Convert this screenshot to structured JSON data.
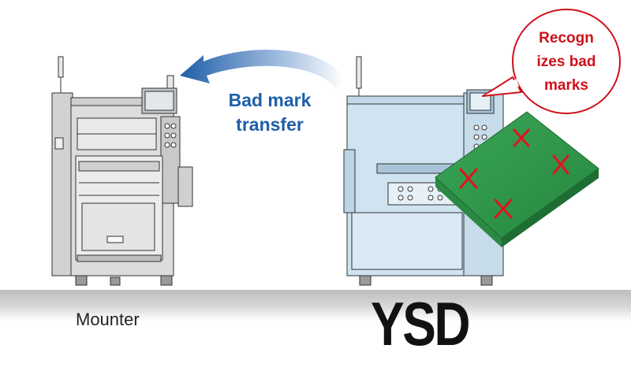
{
  "labels": {
    "mounter": "Mounter",
    "ysd": "YSD",
    "transfer_line1": "Bad mark",
    "transfer_line2": "transfer",
    "bubble_line1": "Recogn",
    "bubble_line2": "izes bad",
    "bubble_line3": "marks"
  },
  "colors": {
    "mounter_body": "#d9d9d9",
    "ysd_body": "#cfe3f0",
    "board": "#2f9a4a",
    "mark": "#e0141e",
    "arrow": "#1f5ea8",
    "floor": "#cfcfcf",
    "bubble_border": "#d0101a"
  },
  "board_marks": [
    "x-mark",
    "x-mark",
    "x-mark",
    "x-mark"
  ]
}
